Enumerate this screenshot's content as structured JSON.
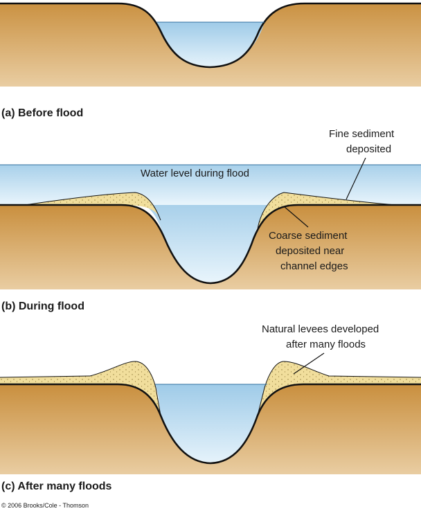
{
  "panels": {
    "a": {
      "caption": "(a)  Before flood"
    },
    "b": {
      "caption": "(b)  During flood",
      "water_label": "Water level during flood",
      "fine_sediment": [
        "Fine sediment",
        "deposited"
      ],
      "coarse_sediment": [
        "Coarse sediment",
        "deposited near",
        "channel edges"
      ]
    },
    "c": {
      "caption": "(c)  After many floods",
      "levees": [
        "Natural levees developed",
        "after many floods"
      ]
    }
  },
  "copyright": "© 2006 Brooks/Cole - Thomson",
  "colors": {
    "ground_top": "#c98f3e",
    "ground_bottom": "#e9cda2",
    "water_top": "#9fcbe8",
    "water_bottom": "#e6f3fb",
    "sediment": "#f1de9c",
    "sediment_dots": "#8f7a3a",
    "outline": "#111111"
  }
}
